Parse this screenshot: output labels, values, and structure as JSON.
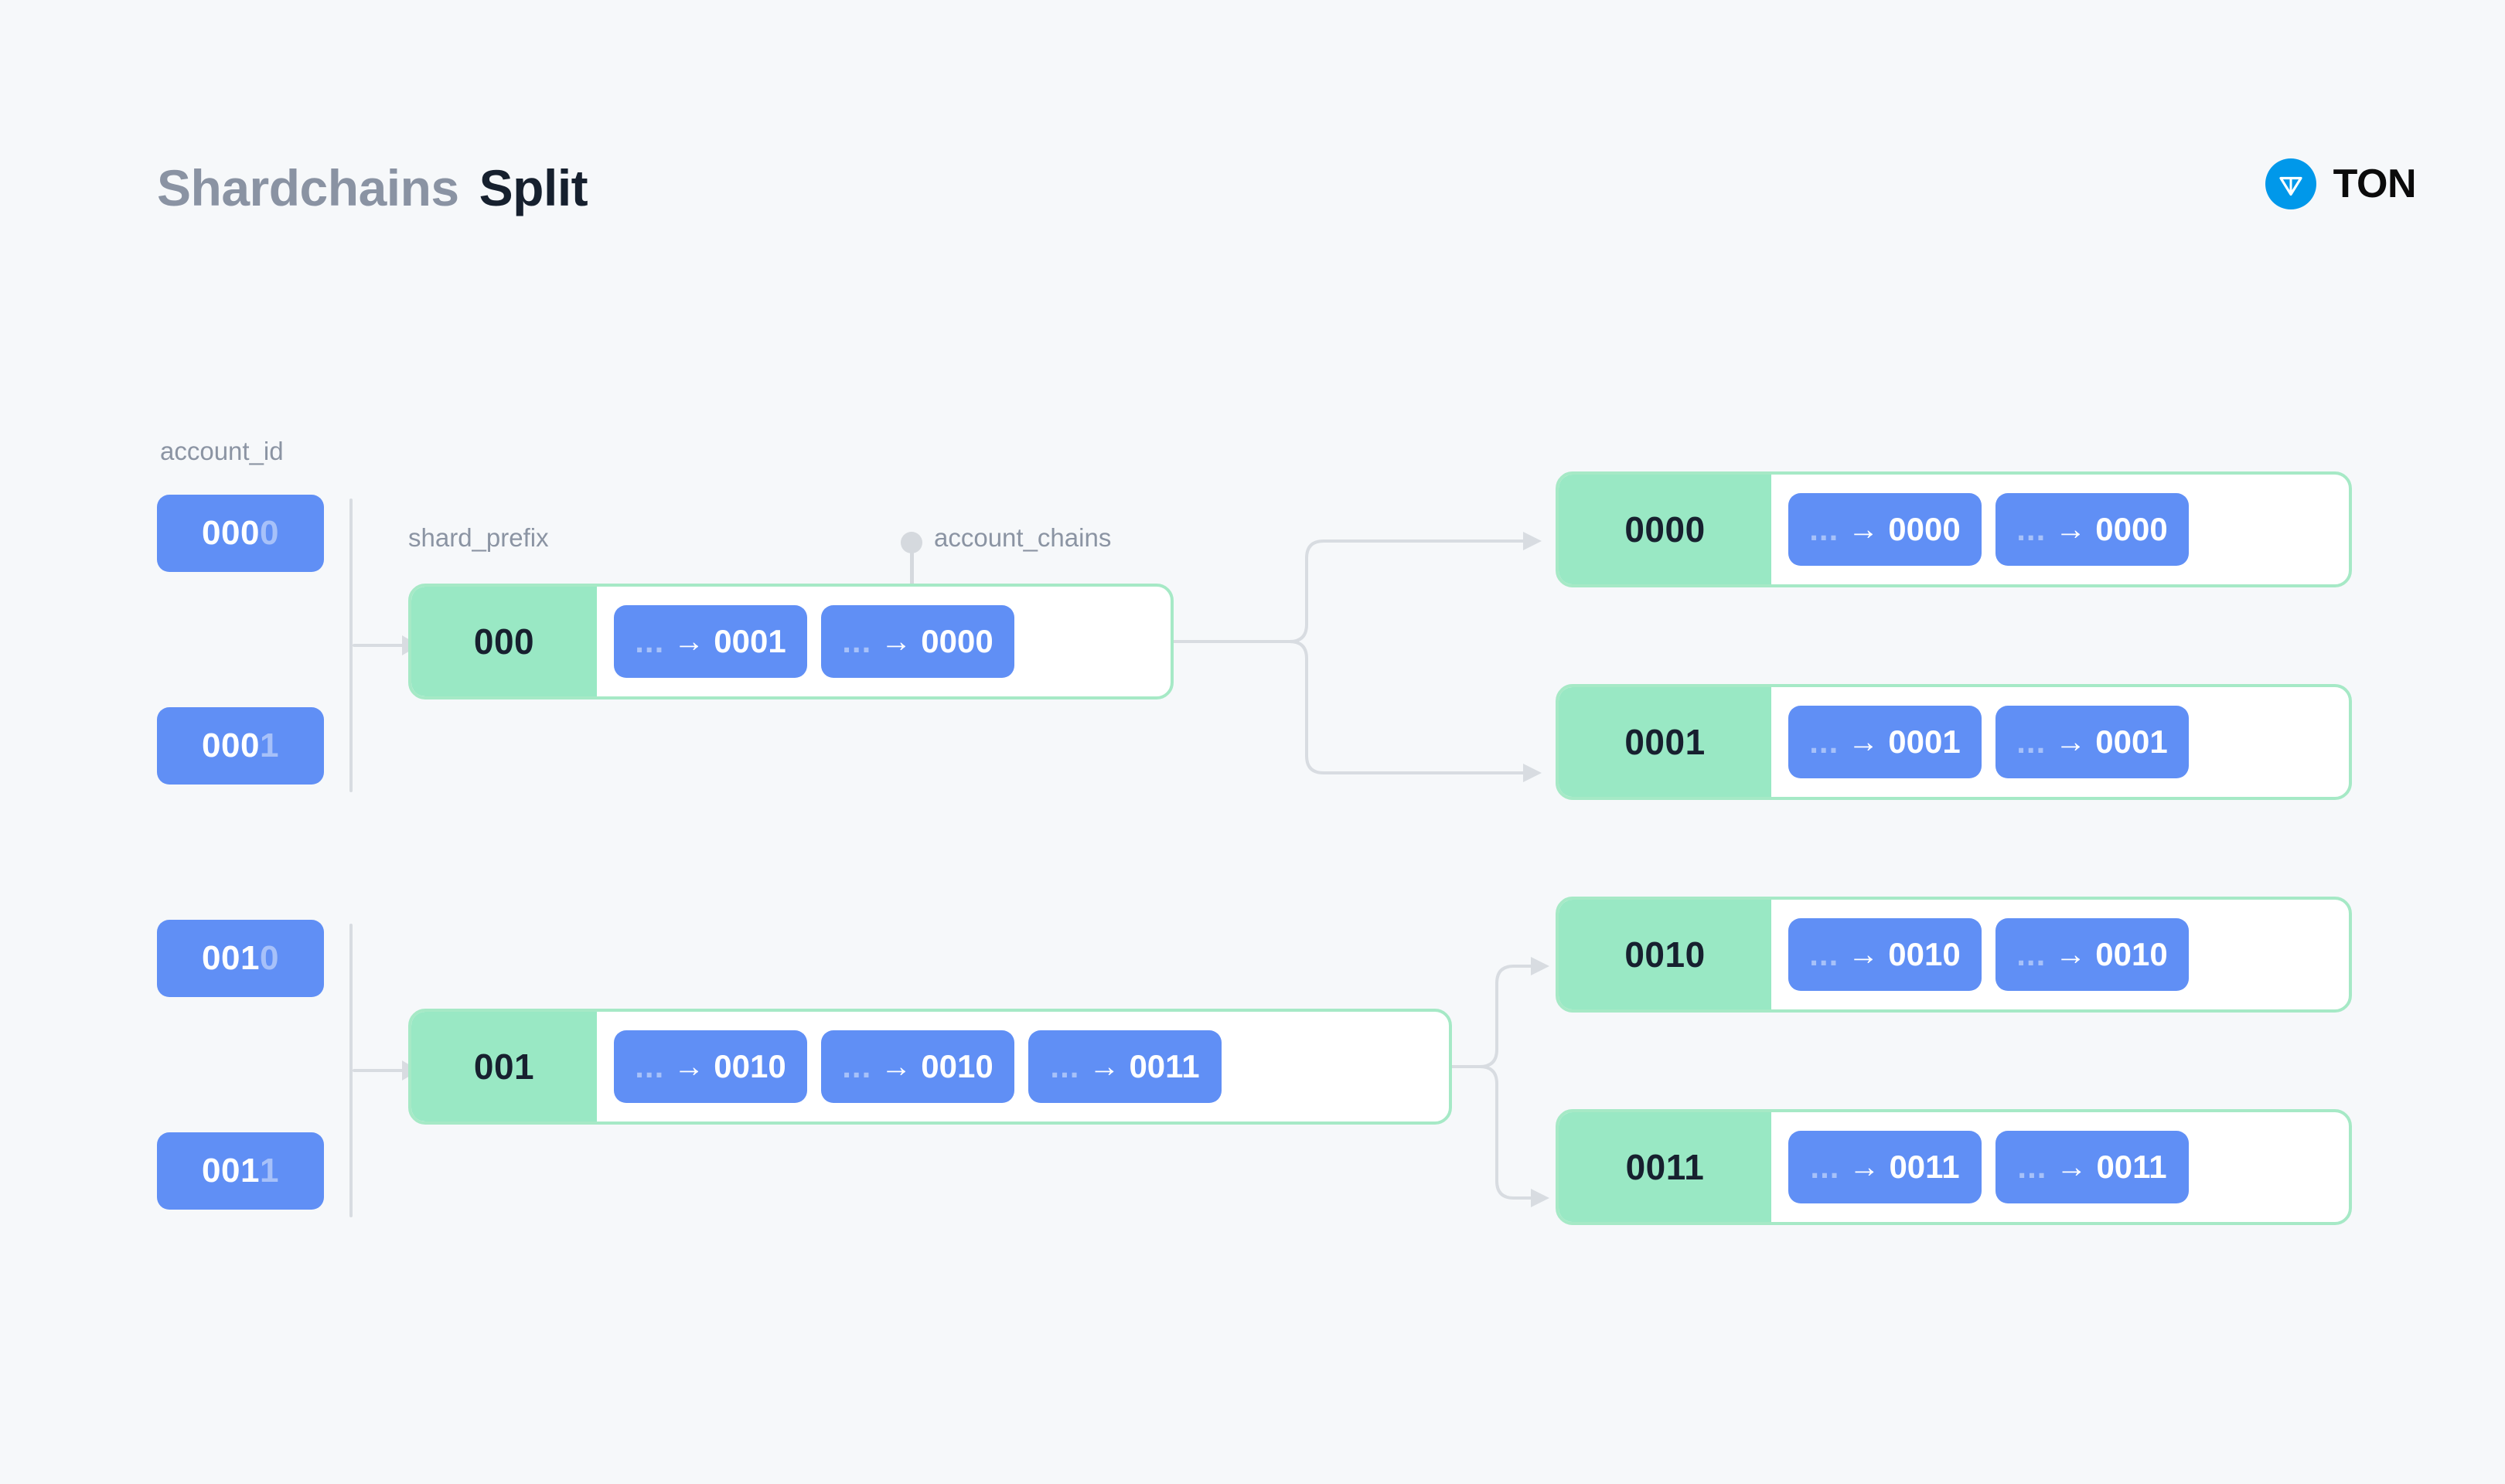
{
  "header": {
    "title_dim": "Shardchains",
    "title_main": "Split",
    "brand_name": "TON",
    "brand_icon": "ton-diamond-icon",
    "brand_color": "#0098EA"
  },
  "labels": {
    "account_id": "account_id",
    "shard_prefix": "shard_prefix",
    "account_chains": "account_chains"
  },
  "colors": {
    "background": "#F6F8FA",
    "chip_blue": "#608FF5",
    "shard_green": "#99E8C4",
    "shard_border": "#A6E9C6",
    "connector_gray": "#D8DCE1",
    "label_gray": "#8B94A3",
    "text_dark": "#17202F"
  },
  "groups": [
    {
      "name": "group-000",
      "account_ids": [
        {
          "prefix": "000",
          "tail": "0"
        },
        {
          "prefix": "000",
          "tail": "1"
        }
      ],
      "source_shard": {
        "prefix": "000",
        "chains": [
          "... → 0001",
          "... → 0000"
        ]
      },
      "result_shards": [
        {
          "prefix": "0000",
          "chains": [
            "... → 0000",
            "... → 0000"
          ]
        },
        {
          "prefix": "0001",
          "chains": [
            "... → 0001",
            "... → 0001"
          ]
        }
      ]
    },
    {
      "name": "group-001",
      "account_ids": [
        {
          "prefix": "001",
          "tail": "0"
        },
        {
          "prefix": "001",
          "tail": "1"
        }
      ],
      "source_shard": {
        "prefix": "001",
        "chains": [
          "... → 0010",
          "... → 0010",
          "... → 0011"
        ]
      },
      "result_shards": [
        {
          "prefix": "0010",
          "chains": [
            "... → 0010",
            "... → 0010"
          ]
        },
        {
          "prefix": "0011",
          "chains": [
            "... → 0011",
            "... → 0011"
          ]
        }
      ]
    }
  ],
  "chips": {
    "dots": "...",
    "arrow": "→",
    "targets_g1_src": [
      "0001",
      "0000"
    ],
    "targets_g1_a": [
      "0000",
      "0000"
    ],
    "targets_g1_b": [
      "0001",
      "0001"
    ],
    "targets_g2_src": [
      "0010",
      "0010",
      "0011"
    ],
    "targets_g2_a": [
      "0010",
      "0010"
    ],
    "targets_g2_b": [
      "0011",
      "0011"
    ]
  }
}
